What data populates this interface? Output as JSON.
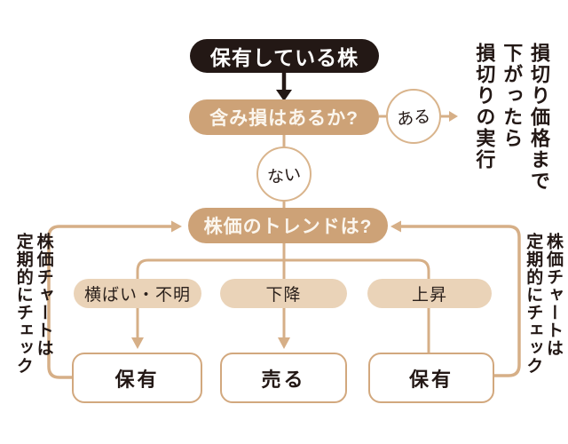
{
  "colors": {
    "dark": "#231815",
    "question_fill": "#cda277",
    "option_fill": "#ead3b8",
    "connector_line": "#d6af87",
    "result_border": "#d2a87e",
    "background": "#ffffff"
  },
  "flowchart": {
    "start": {
      "label": "保有している株"
    },
    "question1": {
      "label": "含み損はあるか?"
    },
    "answer_yes": {
      "label": "ある"
    },
    "answer_no": {
      "label": "ない"
    },
    "stop_loss_note": {
      "label": "損切り価格まで\n下がったら\n損切りの実行"
    },
    "question2": {
      "label": "株価のトレンドは?"
    },
    "branches": [
      {
        "condition": "横ばい・不明",
        "outcome": "保有"
      },
      {
        "condition": "下降",
        "outcome": "売る"
      },
      {
        "condition": "上昇",
        "outcome": "保有"
      }
    ],
    "left_note": {
      "label": "株価チャートは\n定期的にチェック"
    },
    "right_note": {
      "label": "株価チャートは\n定期的にチェック"
    }
  }
}
